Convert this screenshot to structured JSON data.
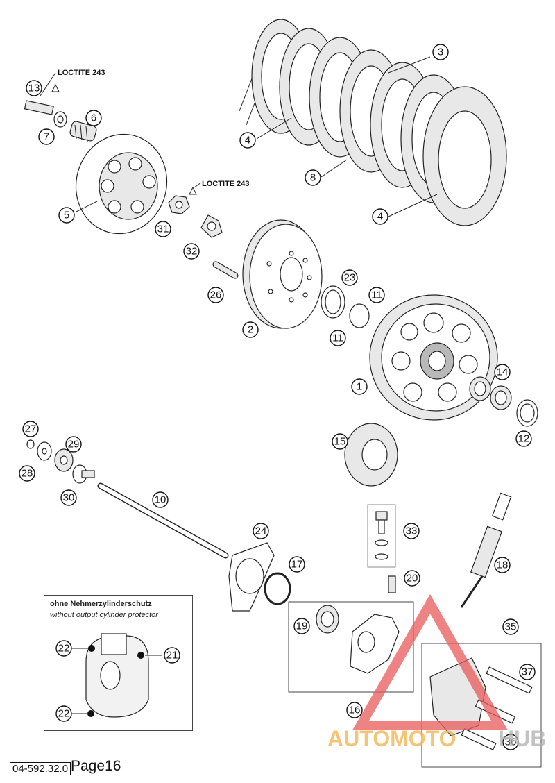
{
  "page": {
    "doc_id": "04-592.32.0",
    "page_label": "Page16"
  },
  "loctite": {
    "label_top": "LOCTITE 243",
    "label_mid": "LOCTITE 243"
  },
  "note_box": {
    "title": "ohne Nehmerzylinderschutz",
    "subtitle": "without output cylinder protector"
  },
  "callouts": {
    "c1": "1",
    "c2": "2",
    "c3": "3",
    "c4a": "4",
    "c4b": "4",
    "c5": "5",
    "c6": "6",
    "c7": "7",
    "c8": "8",
    "c10": "10",
    "c11a": "11",
    "c11b": "11",
    "c12": "12",
    "c13": "13",
    "c14": "14",
    "c15": "15",
    "c16": "16",
    "c17": "17",
    "c18": "18",
    "c19": "19",
    "c20": "20",
    "c21": "21",
    "c22a": "22",
    "c22b": "22",
    "c23": "23",
    "c24": "24",
    "c26": "26",
    "c27": "27",
    "c28": "28",
    "c29": "29",
    "c30": "30",
    "c31": "31",
    "c32": "32",
    "c33": "33",
    "c35": "35",
    "c36": "36",
    "c37": "37"
  },
  "watermark": {
    "text_left": "AUTOMOTO",
    "text_right": "HUB",
    "color_left": "#f2b24a",
    "color_right": "#b0b0b0",
    "triangle_color": "#e85a5a"
  }
}
